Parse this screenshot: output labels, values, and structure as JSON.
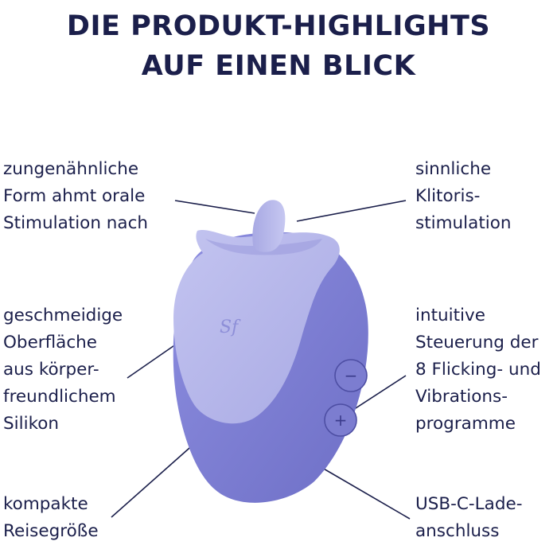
{
  "headline": {
    "line1": "DIE PRODUKT-HIGHLIGHTS",
    "line2": "AUF EINEN BLICK"
  },
  "callouts": {
    "tongue": "zungenähnliche\nForm ahmt orale\nStimulation nach",
    "surface": "geschmeidige\nOberfläche\naus körper-\nfreundlichem\nSilikon",
    "size": "kompakte\nReisegröße",
    "clitoral": "sinnliche\nKlitoris-\nstimulation",
    "controls": "intuitive\nSteuerung der\n8 Flicking- und\nVibrations-\nprogramme",
    "charging": "USB-C-Lade-\nanschluss"
  },
  "product": {
    "logo_text": "Sf",
    "minus_symbol": "−",
    "plus_symbol": "+"
  },
  "colors": {
    "navy": "#1b1f4b",
    "lavender_light": "#b6b7ea",
    "lavender_dark": "#7f7fd4"
  }
}
